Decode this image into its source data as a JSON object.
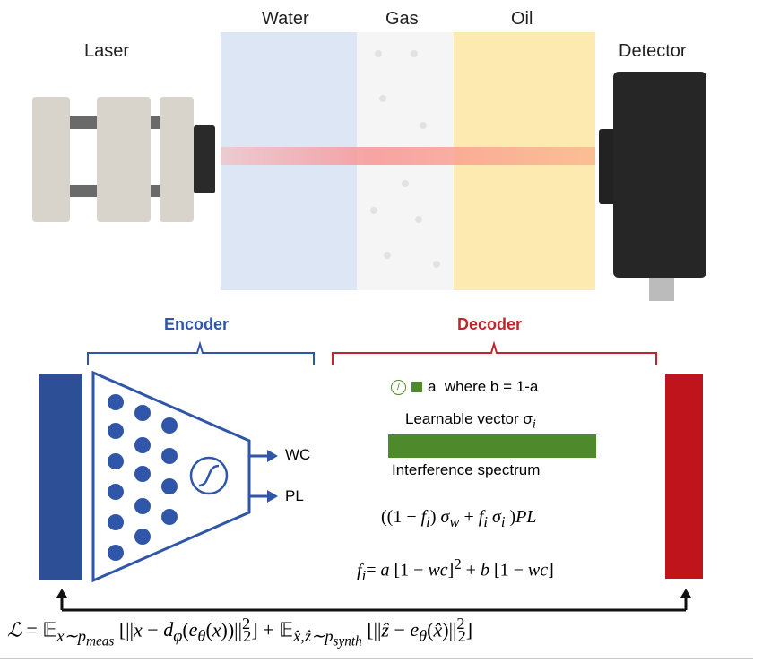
{
  "setup": {
    "laser_label": "Laser",
    "water_label": "Water",
    "gas_label": "Gas",
    "oil_label": "Oil",
    "detector_label": "Detector"
  },
  "encoder": {
    "title": "Encoder",
    "output_wc": "WC",
    "output_pl": "PL",
    "color": "#2f56a8"
  },
  "decoder": {
    "title": "Decoder",
    "sigmoid_line": "a  where b = 1-a",
    "learnable_vector": "Learnable vector σ",
    "learnable_sub": "i",
    "interference": "Interference spectrum",
    "eq1": "((1 − fᵢ) σ_w + fᵢ σᵢ) PL",
    "eq2": "fᵢ = a [1 − wc]² + b [1 − wc]",
    "color": "#c0262c",
    "green": "#4e8a2c"
  },
  "loss": {
    "equation": "ℒ = 𝔼_{x∼p_meas}[||x − d_φ(e_θ(x))||²₂] + 𝔼_{x̂,ẑ∼p_synth}[||ẑ − e_θ(x̂)||²₂]"
  }
}
